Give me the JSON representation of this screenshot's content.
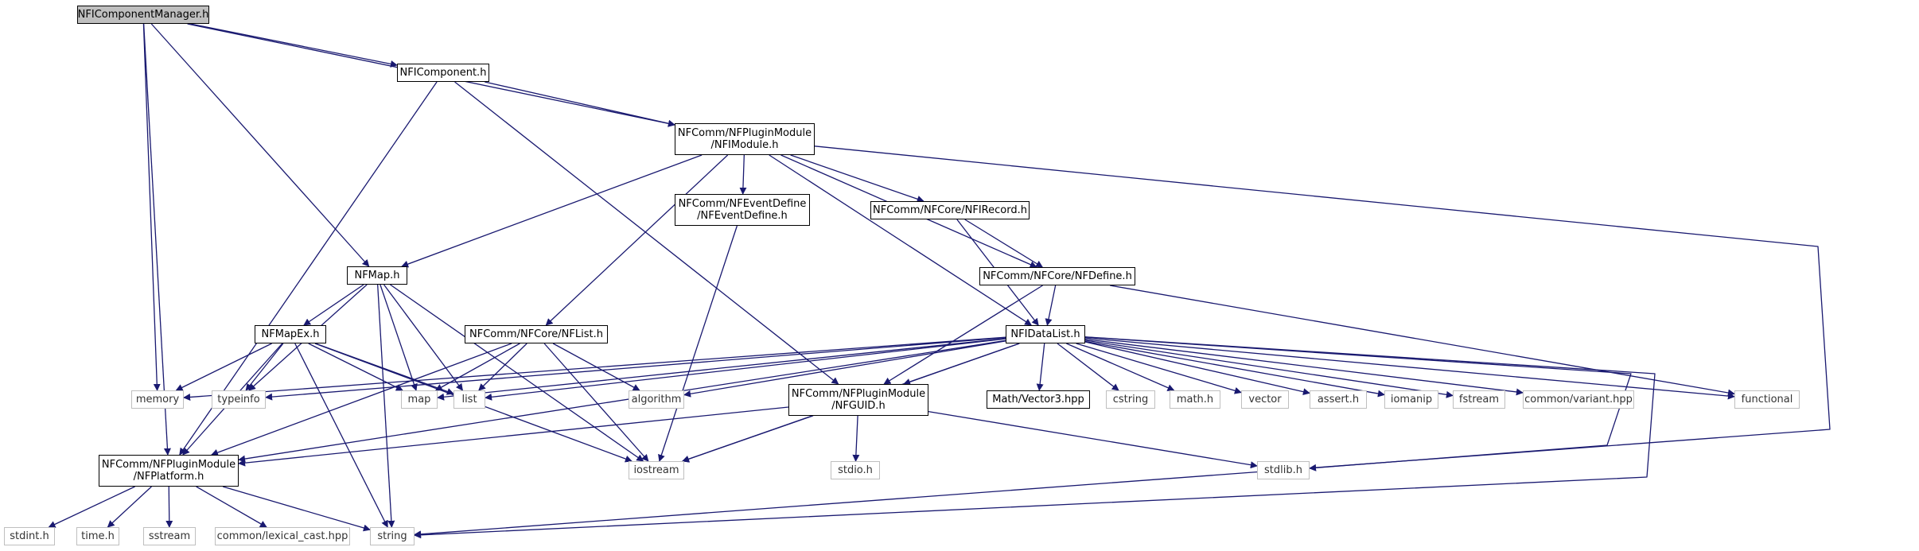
{
  "colors": {
    "edge": "#191970",
    "root_fill": "#bfbfbf",
    "node_border": "#000000",
    "external_border": "#bfbfbf"
  },
  "nodes": {
    "componentmanager": [
      "NFIComponentManager.h"
    ],
    "component": [
      "NFIComponent.h"
    ],
    "imodule": [
      "NFComm/NFPluginModule",
      "/NFIModule.h"
    ],
    "eventdefine": [
      "NFComm/NFEventDefine",
      "/NFEventDefine.h"
    ],
    "irecord": [
      "NFComm/NFCore/NFIRecord.h"
    ],
    "define": [
      "NFComm/NFCore/NFDefine.h"
    ],
    "map": [
      "NFMap.h"
    ],
    "list": [
      "NFComm/NFCore/NFList.h"
    ],
    "datalist": [
      "NFIDataList.h"
    ],
    "mapex": [
      "NFMapEx.h"
    ],
    "guid": [
      "NFComm/NFPluginModule",
      "/NFGUID.h"
    ],
    "platform": [
      "NFComm/NFPluginModule",
      "/NFPlatform.h"
    ],
    "vector3": [
      "Math/Vector3.hpp"
    ],
    "memory": [
      "memory"
    ],
    "typeinfo": [
      "typeinfo"
    ],
    "std_map": [
      "map"
    ],
    "std_list": [
      "list"
    ],
    "algorithm": [
      "algorithm"
    ],
    "cstring": [
      "cstring"
    ],
    "math_h": [
      "math.h"
    ],
    "vector": [
      "vector"
    ],
    "assert_h": [
      "assert.h"
    ],
    "iomanip": [
      "iomanip"
    ],
    "fstream": [
      "fstream"
    ],
    "variant": [
      "common/variant.hpp"
    ],
    "functional": [
      "functional"
    ],
    "iostream": [
      "iostream"
    ],
    "stdio_h": [
      "stdio.h"
    ],
    "stdlib_h": [
      "stdlib.h"
    ],
    "stdint_h": [
      "stdint.h"
    ],
    "time_h": [
      "time.h"
    ],
    "sstream": [
      "sstream"
    ],
    "lexical_cast": [
      "common/lexical_cast.hpp"
    ],
    "string": [
      "string"
    ]
  }
}
